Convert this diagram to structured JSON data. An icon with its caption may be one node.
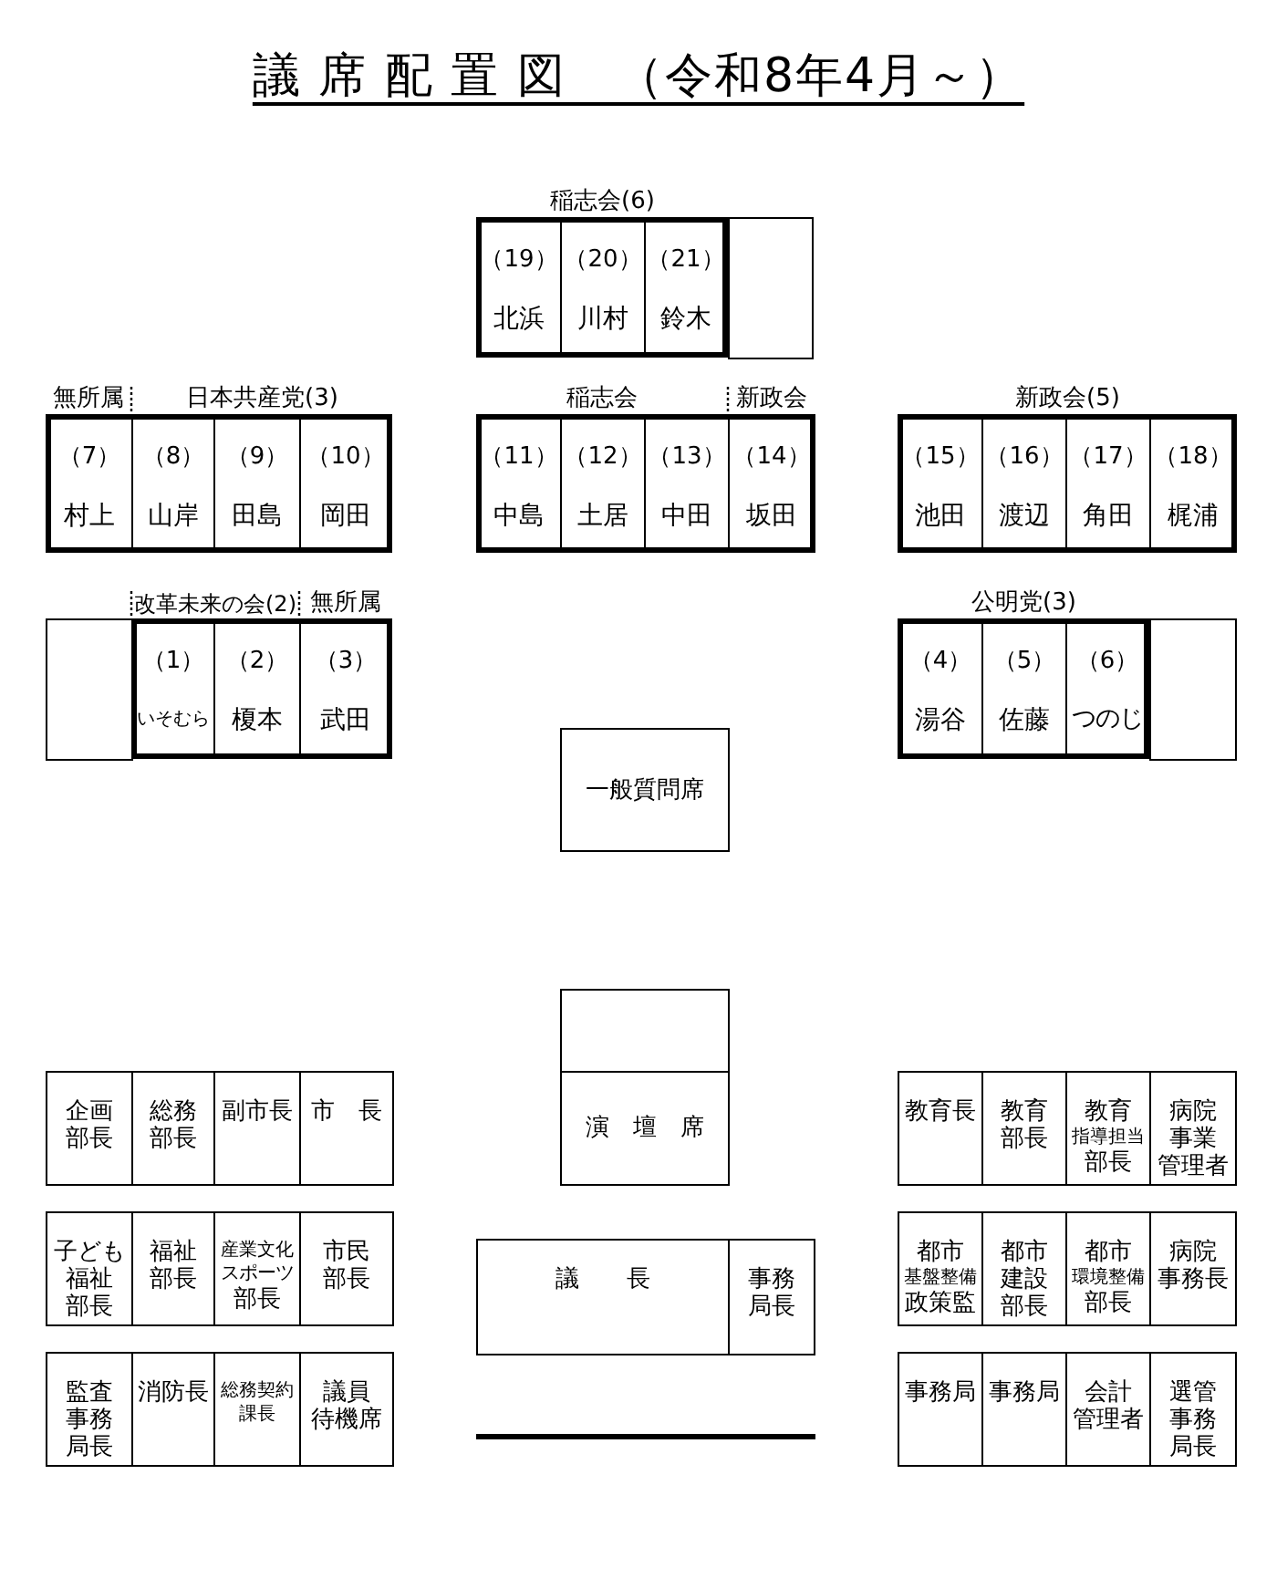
{
  "diagram": {
    "title": "議 席 配 置 図　（令和8年4月～）",
    "nodes": [
      {
        "text": [
          "稲志会(6)"
        ]
      },
      {
        "text": [
          "（19）",
          "北浜"
        ],
        "in": 0
      },
      {
        "text": [
          "（20）",
          "川村"
        ],
        "in": 0
      },
      {
        "text": [
          "（21）",
          "鈴木"
        ],
        "in": 0
      },
      {
        "text": [],
        "shape": "box"
      },
      {
        "text": [
          "無所属",
          "日本共産党(3)"
        ]
      },
      {
        "text": [
          "（7）",
          "村上"
        ],
        "in": 5
      },
      {
        "text": [
          "（8）",
          "山岸"
        ],
        "in": 5
      },
      {
        "text": [
          "（9）",
          "田島"
        ],
        "in": 5
      },
      {
        "text": [
          "（10）",
          "岡田"
        ],
        "in": 5
      },
      {
        "text": [
          "稲志会",
          "新政会"
        ]
      },
      {
        "text": [
          "（11）",
          "中島"
        ],
        "in": 10
      },
      {
        "text": [
          "（12）",
          "土居"
        ],
        "in": 10
      },
      {
        "text": [
          "（13）",
          "中田"
        ],
        "in": 10
      },
      {
        "text": [
          "（14）",
          "坂田"
        ],
        "in": 10
      },
      {
        "text": [
          "新政会(5)"
        ]
      },
      {
        "text": [
          "（15）",
          "池田"
        ],
        "in": 15
      },
      {
        "text": [
          "（16）",
          "渡辺"
        ],
        "in": 15
      },
      {
        "text": [
          "（17）",
          "角田"
        ],
        "in": 15
      },
      {
        "text": [
          "（18）",
          "梶浦"
        ],
        "in": 15
      },
      {
        "text": [],
        "shape": "box"
      },
      {
        "text": [
          "改革未来の会(2)",
          "無所属"
        ]
      },
      {
        "text": [
          "（1）",
          "いそむら"
        ],
        "in": 21
      },
      {
        "text": [
          "（2）",
          "榎本"
        ],
        "in": 21
      },
      {
        "text": [
          "（3）",
          "武田"
        ],
        "in": 21
      },
      {
        "text": [
          "公明党(3)"
        ]
      },
      {
        "text": [
          "（4）",
          "湯谷"
        ],
        "in": 25
      },
      {
        "text": [
          "（5）",
          "佐藤"
        ],
        "in": 25
      },
      {
        "text": [
          "（6）",
          "つのじ"
        ],
        "in": 25
      },
      {
        "text": [],
        "shape": "box"
      },
      {
        "text": [
          "一般質問席"
        ]
      },
      {
        "text": [],
        "shape": "box"
      },
      {
        "text": [
          "企画部長"
        ]
      },
      {
        "text": [
          "総務部長"
        ]
      },
      {
        "text": [
          "副市長"
        ]
      },
      {
        "text": [
          "市　長"
        ]
      },
      {
        "text": [
          "演　壇　席"
        ]
      },
      {
        "text": [
          "教育長"
        ]
      },
      {
        "text": [
          "教育部長"
        ]
      },
      {
        "text": [
          "教育指導担当部長"
        ]
      },
      {
        "text": [
          "病院事業管理者"
        ]
      },
      {
        "text": [
          "子ども福祉部長"
        ]
      },
      {
        "text": [
          "福祉部長"
        ]
      },
      {
        "text": [
          "産業文化スポーツ部長"
        ]
      },
      {
        "text": [
          "市民部長"
        ]
      },
      {
        "text": [
          "議　　長"
        ]
      },
      {
        "text": [
          "事務局長"
        ]
      },
      {
        "text": [
          "都市基盤整備政策監"
        ]
      },
      {
        "text": [
          "都市建設部長"
        ]
      },
      {
        "text": [
          "都市環境整備部長"
        ]
      },
      {
        "text": [
          "病院事務長"
        ]
      },
      {
        "text": [
          "監査事務局長"
        ]
      },
      {
        "text": [
          "消防長"
        ]
      },
      {
        "text": [
          "総務契約課長"
        ]
      },
      {
        "text": [
          "議員待機席"
        ]
      },
      {
        "text": [
          "事務局"
        ]
      },
      {
        "text": [
          "事務局"
        ]
      },
      {
        "text": [
          "会計管理者"
        ]
      },
      {
        "text": [
          "選管事務局長"
        ]
      }
    ]
  }
}
